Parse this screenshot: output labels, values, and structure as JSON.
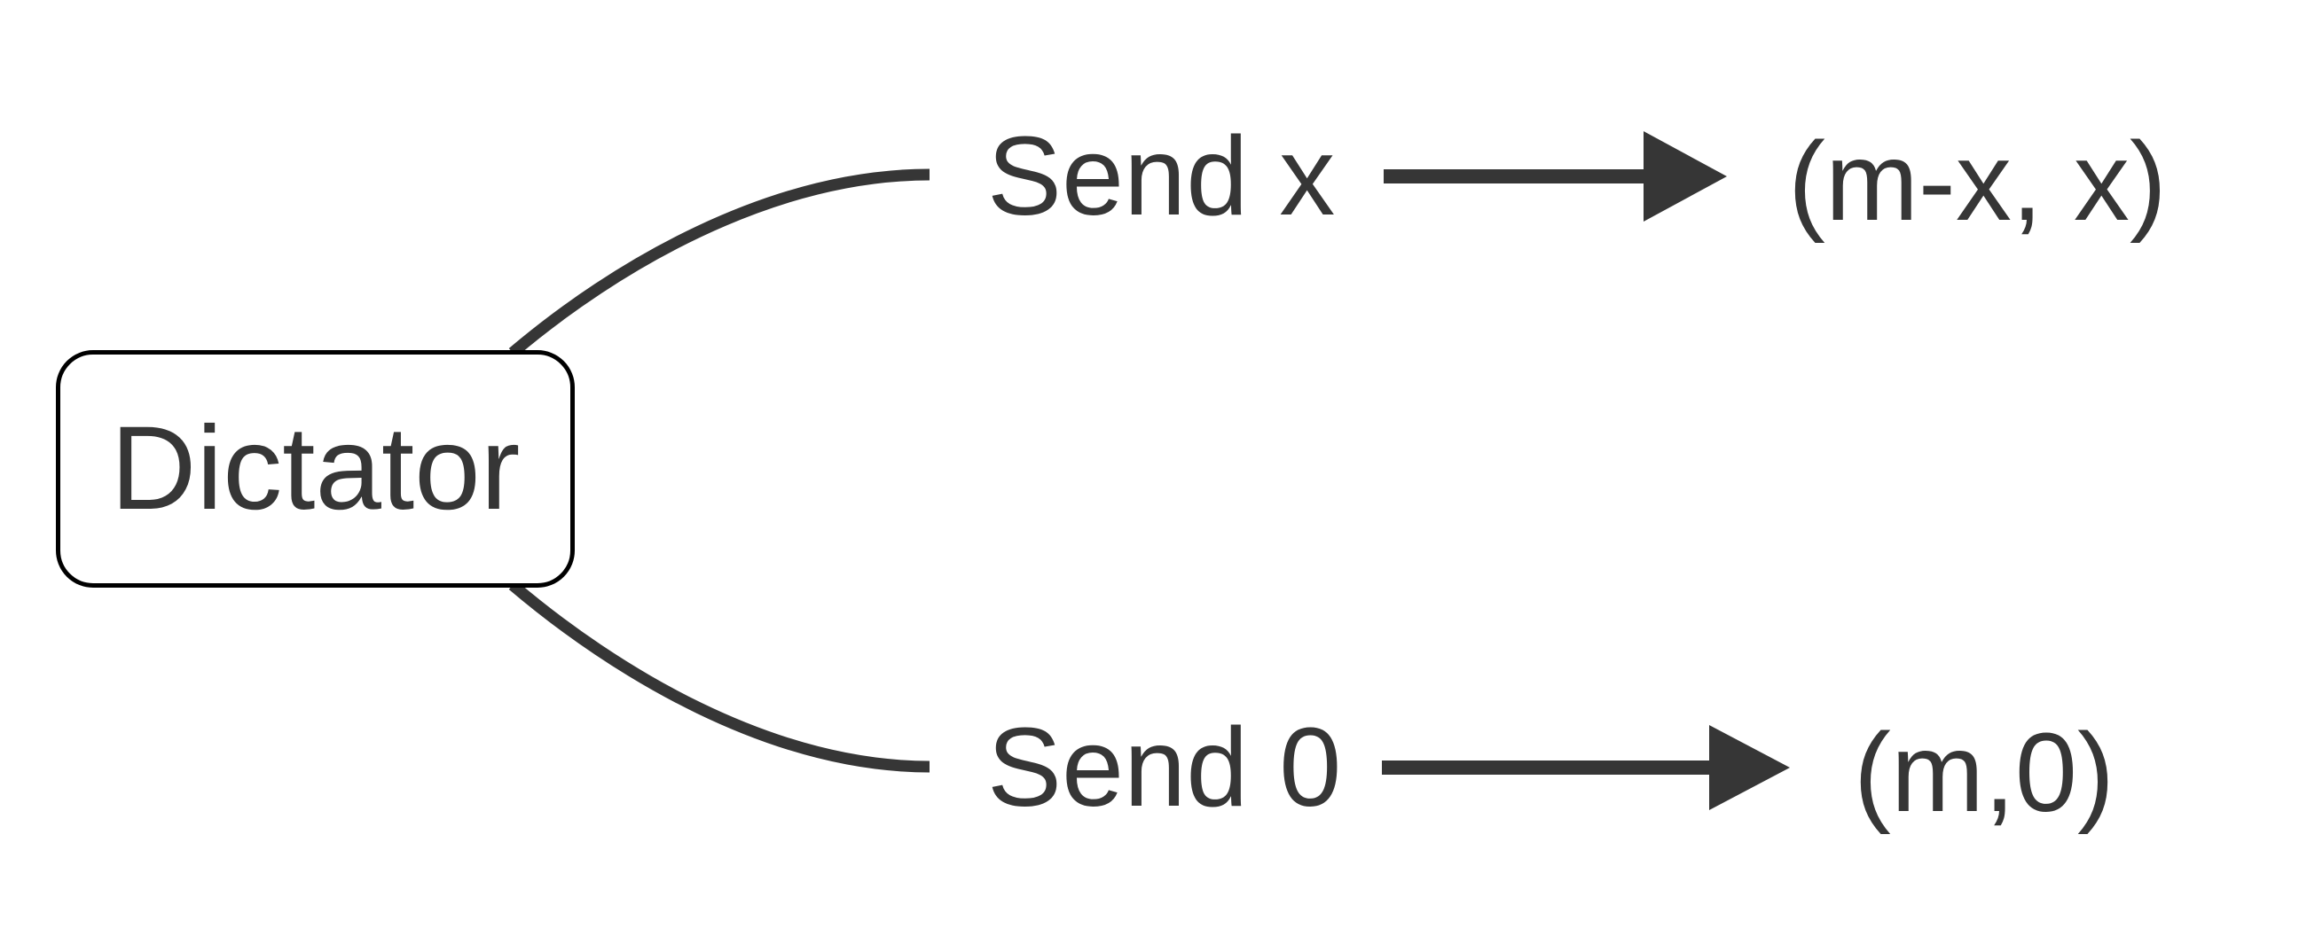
{
  "diagram": {
    "type": "game-tree",
    "title": "Dictator game decision tree",
    "background_color": "#ffffff",
    "edge_color": "#363636",
    "text_color": "#363636",
    "node_border_color": "#000000",
    "root": {
      "label": "Dictator"
    },
    "branches": [
      {
        "action": "Send x",
        "payoff": "(m-x, x)"
      },
      {
        "action": "Send 0",
        "payoff": "(m,0)"
      }
    ]
  }
}
